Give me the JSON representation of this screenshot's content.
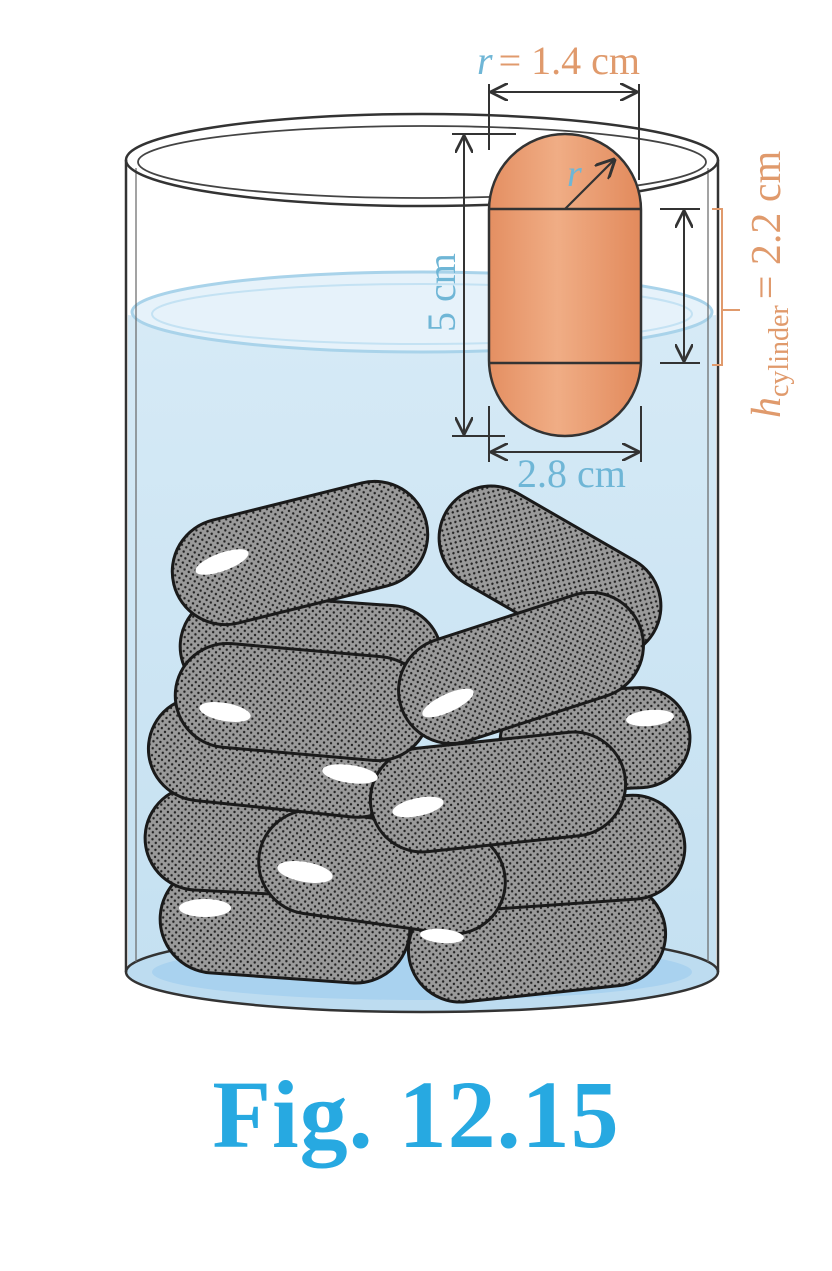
{
  "labels": {
    "r_symbol": "r",
    "r_value": "= 1.4 cm",
    "r_inner": "r",
    "total_height": "5 cm",
    "diameter": "2.8 cm",
    "h_symbol": "h",
    "h_subscript": "cylinder",
    "h_value": "= 2.2 cm"
  },
  "caption": "Fig. 12.15",
  "colors": {
    "capsule_fill": "#ea9a70",
    "water": "#cfe6f4",
    "label_blue": "#6fb6d6",
    "label_orange": "#e09a6c",
    "caption_blue": "#27a9e1",
    "pill_fill": "#8d8d8d"
  }
}
